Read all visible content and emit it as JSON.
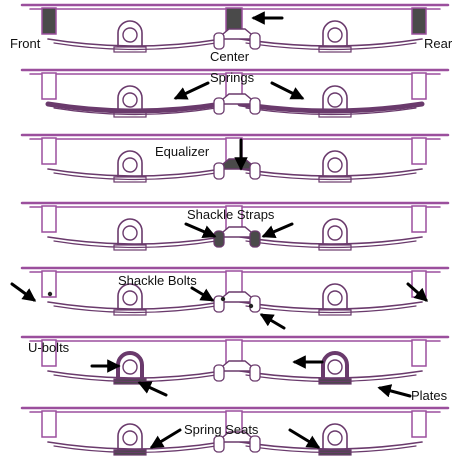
{
  "labels": {
    "front": "Front",
    "center": "Center",
    "rear": "Rear",
    "springs": "Springs",
    "equalizer": "Equalizer",
    "shackle_straps": "Shackle Straps",
    "shackle_bolts": "Shackle Bolts",
    "u_bolts": "U-bolts",
    "plates": "Plates",
    "spring_seats": "Spring Seats"
  },
  "colors": {
    "frame": "#9b4f9d",
    "ink": "#6a3a6c",
    "highlight": "#4a4a4a",
    "arrow": "#000000"
  },
  "panels": [
    {
      "id": "hangers",
      "highlight": "hangers"
    },
    {
      "id": "springs",
      "highlight": "springs"
    },
    {
      "id": "equalizer",
      "highlight": "equalizer"
    },
    {
      "id": "shackle-straps",
      "highlight": "straps"
    },
    {
      "id": "shackle-bolts",
      "highlight": "bolts"
    },
    {
      "id": "u-bolts-plates",
      "highlight": "ubolts"
    },
    {
      "id": "spring-seats",
      "highlight": "seats"
    }
  ]
}
